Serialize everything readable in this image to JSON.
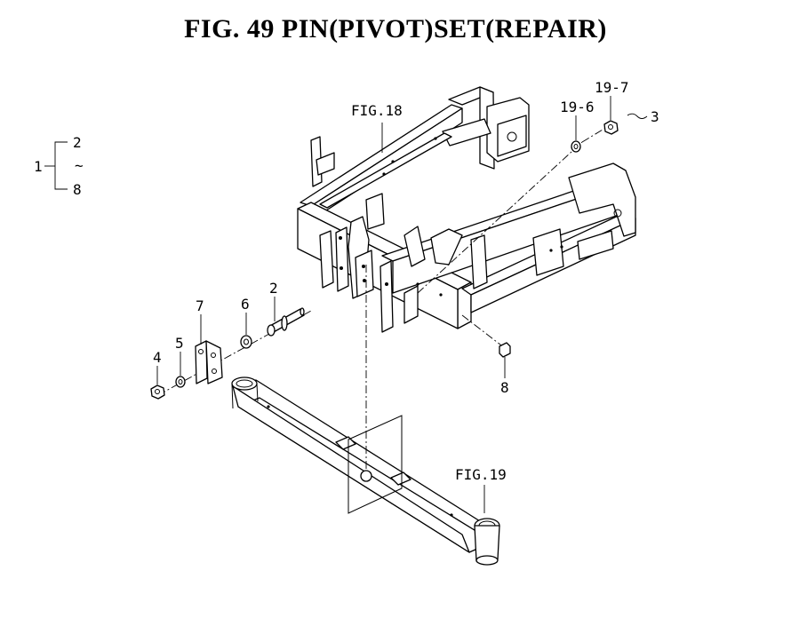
{
  "title": "FIG. 49  PIN(PIVOT)SET(REPAIR)",
  "refs": {
    "fig18": "FIG.18",
    "fig19": "FIG.19"
  },
  "bracket": {
    "parent": "1",
    "first": "2",
    "tilde": "~",
    "last": "8"
  },
  "callouts": {
    "p2": "2",
    "p3": "3",
    "p4": "4",
    "p5": "5",
    "p6": "6",
    "p7": "7",
    "p8": "8",
    "p19_6": "19-6",
    "p19_7": "19-7"
  }
}
